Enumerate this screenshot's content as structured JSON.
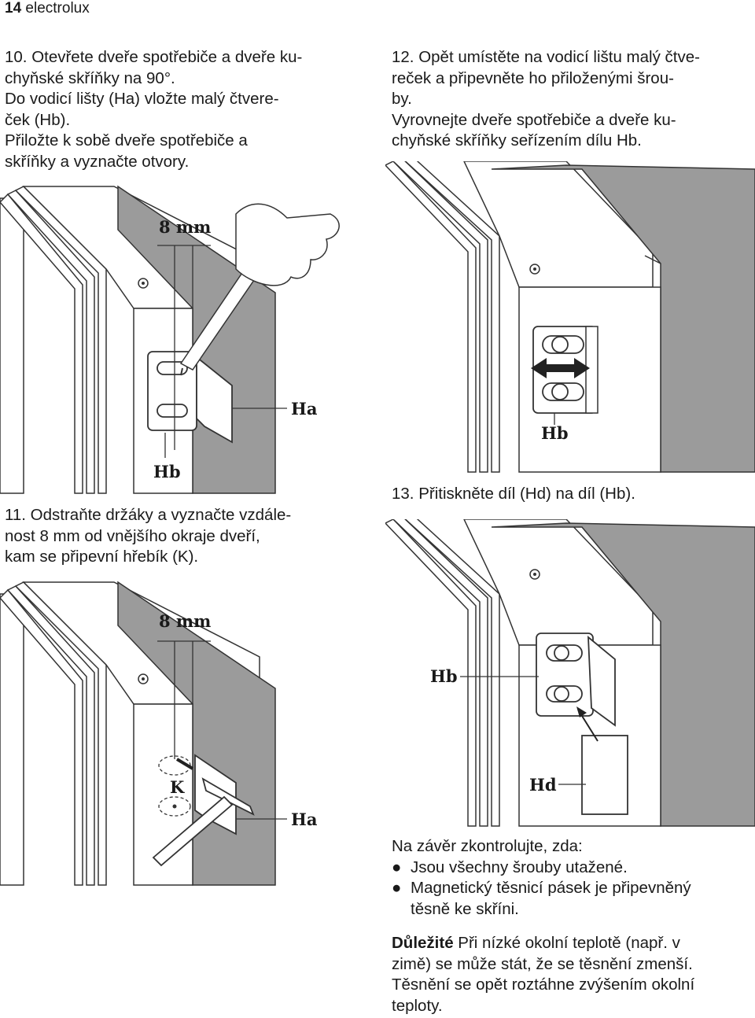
{
  "header": {
    "page_number": "14",
    "brand": "electrolux"
  },
  "steps": {
    "s10": {
      "text": "10. Otevřete dveře spotřebiče a dveře ku-\n     chyňské skříňky na 90°.\n     Do vodicí lišty (Ha) vložte malý čtvere-\n     ček (Hb).\n     Přiložte k sobě dveře spotřebiče a\n     skříňky a vyznačte otvory."
    },
    "s11": {
      "text": "11. Odstraňte držáky a vyznačte vzdále-\n     nost 8 mm od vnějšího okraje dveří,\n     kam se připevní hřebík (K)."
    },
    "s12": {
      "text": "12. Opět umístěte na vodicí lištu malý čtve-\n     reček a připevněte ho přiloženými šrou-\n     by.\n     Vyrovnejte dveře spotřebiče a dveře ku-\n     chyňské skříňky seřízením dílu Hb."
    },
    "s13": {
      "text": "13. Přitiskněte díl (Hd) na díl (Hb)."
    }
  },
  "labels": {
    "fig1_mm": "8 mm",
    "fig1_ha": "Ha",
    "fig1_hb": "Hb",
    "fig2_hb": "Hb",
    "fig3_mm": "8 mm",
    "fig3_k": "K",
    "fig3_ha": "Ha",
    "fig4_hb": "Hb",
    "fig4_hd": "Hd"
  },
  "final_check": {
    "intro": "Na závěr zkontrolujte, zda:",
    "bullets": [
      "Jsou všechny šrouby utažené.",
      "Magnetický těsnicí pásek je připevněný\ntěsně ke skříni."
    ]
  },
  "important": {
    "label": "Důležité",
    "text": " Při nízké okolní teplotě (např. v\nzimě) se může stát, že se těsnění zmenší.\nTěsnění se opět roztáhne zvýšením okolní\nteploty."
  }
}
